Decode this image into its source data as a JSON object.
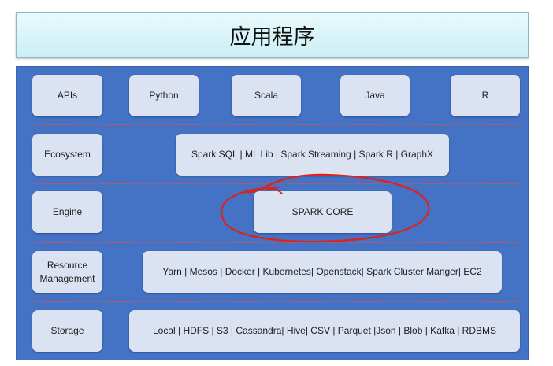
{
  "title": "应用程序",
  "layers": [
    {
      "id": "apis",
      "label": "APIs",
      "items": [
        "Python",
        "Scala",
        "Java",
        "R"
      ]
    },
    {
      "id": "ecosystem",
      "label": "Ecosystem",
      "content": "Spark SQL | ML Lib | Spark Streaming | Spark R | GraphX"
    },
    {
      "id": "engine",
      "label": "Engine",
      "content": "SPARK CORE"
    },
    {
      "id": "resource",
      "label": "Resource\nManagement",
      "content": "Yarn | Mesos | Docker | Kubernetes| Openstack| Spark Cluster Manger| EC2"
    },
    {
      "id": "storage",
      "label": "Storage",
      "content": "Local | HDFS | S3 | Cassandra| Hive| CSV | Parquet |Json | Blob | Kafka | RDBMS"
    }
  ],
  "colors": {
    "stack_background": "#4472c4",
    "box_fill": "#dbe2f1",
    "divider": "#d6544f",
    "annotation": "#e0201a"
  }
}
